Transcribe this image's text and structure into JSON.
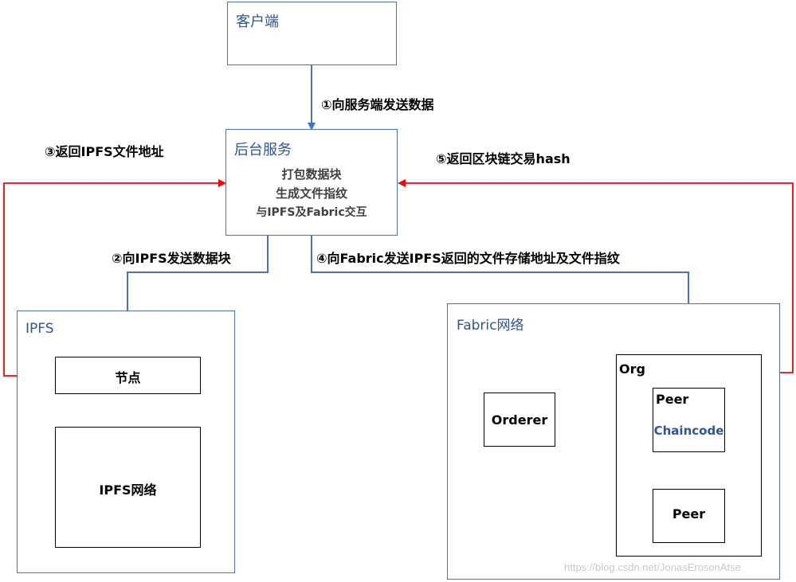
{
  "client": {
    "title": "客户端"
  },
  "backend": {
    "title": "后台服务",
    "lines": [
      "打包数据块",
      "生成文件指纹",
      "与IPFS及Fabric交互"
    ]
  },
  "ipfs": {
    "title": "IPFS",
    "node": "节点",
    "network": "IPFS网络"
  },
  "fabric": {
    "title": "Fabric网络",
    "orderer": "Orderer",
    "org": "Org",
    "peer1": "Peer",
    "chaincode": "Chaincode",
    "peer2": "Peer"
  },
  "steps": {
    "s1": "①向服务端发送数据",
    "s2": "②向IPFS发送数据块",
    "s3": "③返回IPFS文件地址",
    "s4": "④向Fabric发送IPFS返回的文件存储地址及文件指纹",
    "s5": "⑤返回区块链交易hash"
  },
  "watermark": "https://blog.csdn.net/JonasErosonAtse",
  "colors": {
    "blue": "#4472c4",
    "red": "#ff0000",
    "title": "#2f5597"
  }
}
